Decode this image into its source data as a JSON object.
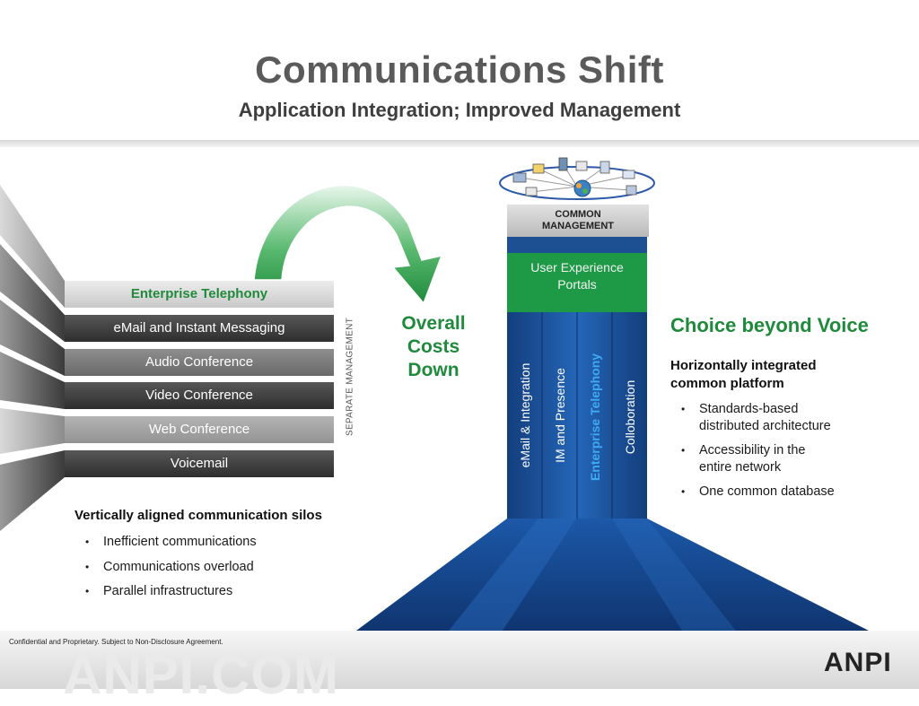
{
  "header": {
    "title": "Communications Shift",
    "subtitle": "Application Integration; Improved Management"
  },
  "silos": [
    {
      "label": "Enterprise Telephony",
      "style": "sel"
    },
    {
      "label": "eMail and Instant Messaging",
      "style": "dark"
    },
    {
      "label": "Audio Conference",
      "style": "mid"
    },
    {
      "label": "Video Conference",
      "style": "dark"
    },
    {
      "label": "Web Conference",
      "style": "light"
    },
    {
      "label": "Voicemail",
      "style": "dark"
    }
  ],
  "separate_management": "SEPARATE MANAGEMENT",
  "costs": [
    "Overall",
    "Costs",
    "Down"
  ],
  "stack": {
    "common_management": [
      "COMMON",
      "MANAGEMENT"
    ],
    "portals": [
      "User Experience",
      "Portals"
    ],
    "columns": [
      {
        "label": "eMail & Integration",
        "highlight": false
      },
      {
        "label": "IM and Presence",
        "highlight": false
      },
      {
        "label": "Enterprise Telephony",
        "highlight": true
      },
      {
        "label": "Colloboration",
        "highlight": false
      }
    ]
  },
  "right": {
    "heading": "Choice beyond Voice",
    "subheading": [
      "Horizontally integrated",
      "common platform"
    ],
    "bullets": [
      [
        "Standards-based",
        "distributed architecture"
      ],
      [
        "Accessibility in the",
        "entire network"
      ],
      [
        "One common database"
      ]
    ]
  },
  "left": {
    "heading": "Vertically aligned communication silos",
    "bullets": [
      "Inefficient communications",
      "Communications overload",
      "Parallel infrastructures"
    ]
  },
  "footer": {
    "confidential": "Confidential and Proprietary. Subject to Non-Disclosure Agreement.",
    "watermark": "ANPI.COM",
    "logo": "ANPI"
  },
  "colors": {
    "green": "#1f8a3c",
    "blue": "#1d4f93",
    "highlight_blue": "#3fa9f5",
    "portal_green": "#1e9a47"
  },
  "icons": [
    "network-globe-icon",
    "curved-arrow-icon",
    "bullet-icon"
  ]
}
